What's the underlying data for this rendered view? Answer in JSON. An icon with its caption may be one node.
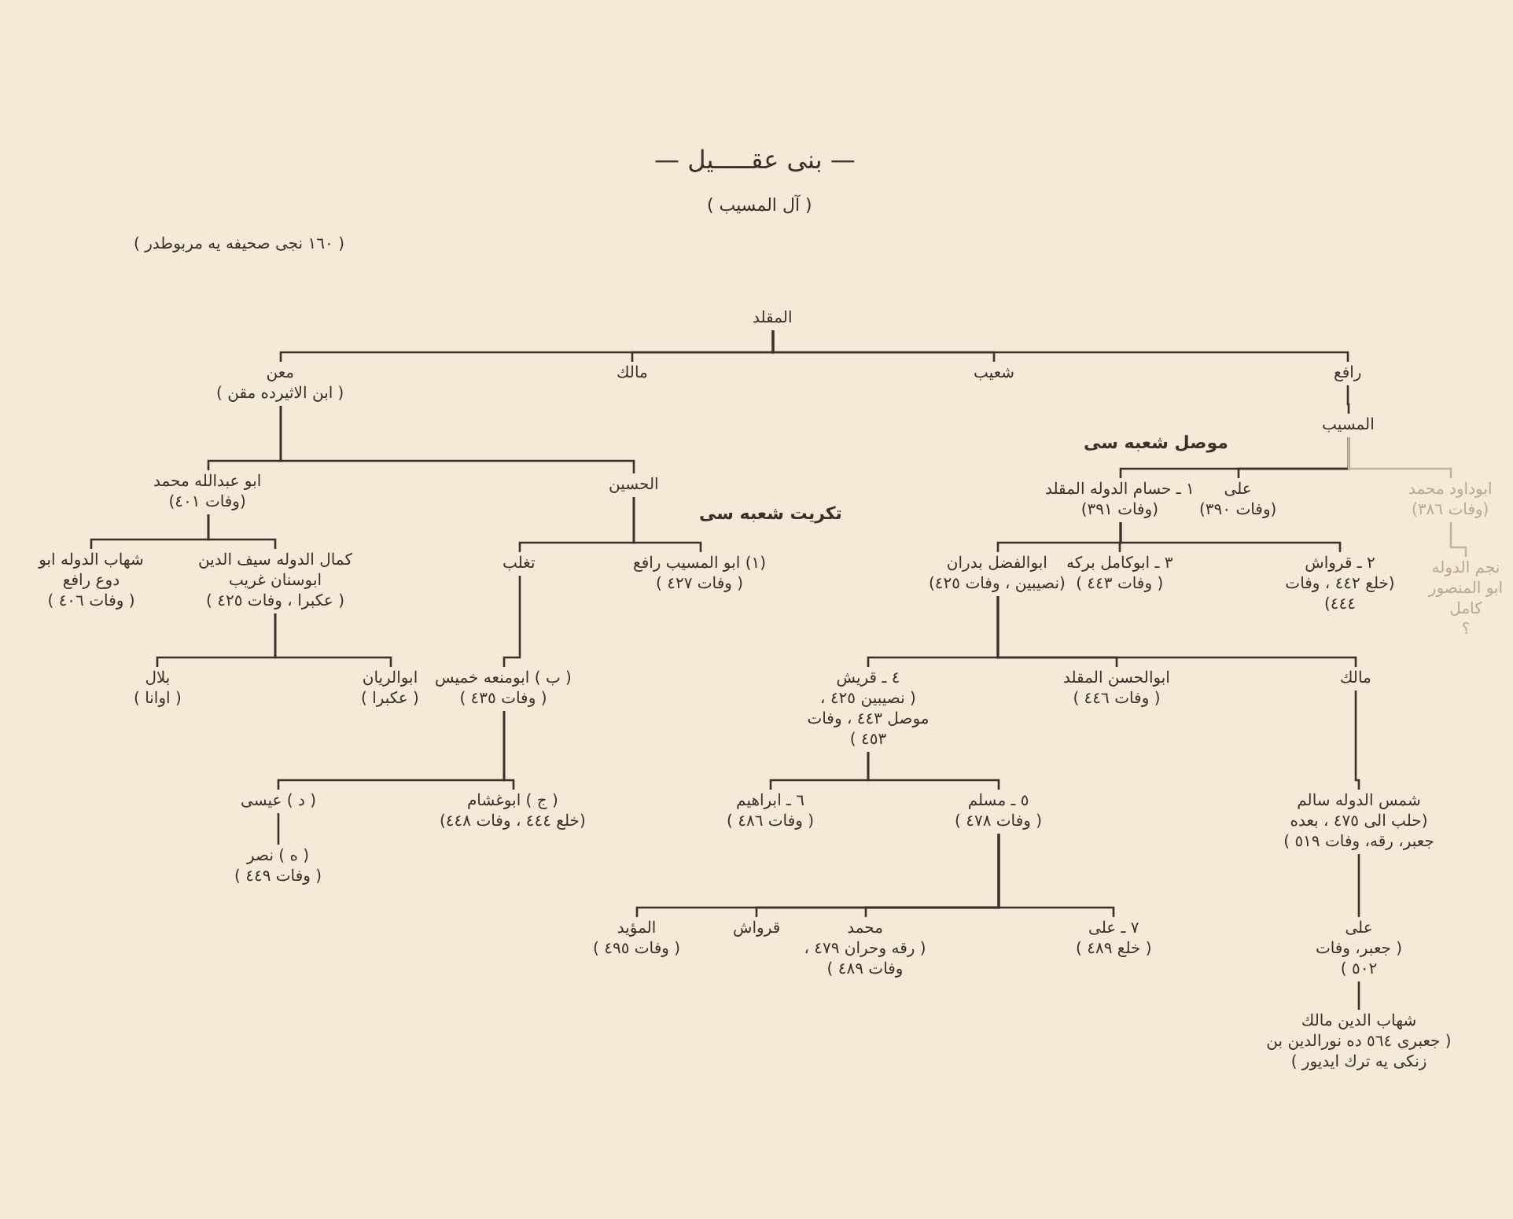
{
  "diagram": {
    "title": "— بنى عقـــــيل —",
    "nodes": [
      {
        "text": [
          "المقلد"
        ]
      },
      {
        "text": [
          "معن",
          "( ابن الاثيرده مقن )"
        ]
      },
      {
        "text": [
          "مالك"
        ]
      },
      {
        "text": [
          "شعيب"
        ]
      },
      {
        "text": [
          "رافع"
        ]
      },
      {
        "text": [
          "المسيب"
        ]
      },
      {
        "text": [
          "ابو عبدالله محمد",
          "(وفات ٤٠١)"
        ]
      },
      {
        "text": [
          "الحسين"
        ]
      },
      {
        "text": [
          "على",
          "(وفات ٣٩٠)"
        ]
      },
      {
        "text": [
          "١ ـ حسام الدوله المقلد",
          "(وفات ٣٩١)"
        ]
      },
      {
        "text": [
          "ابوداود محمد",
          "(وفات ٣٨٦)"
        ]
      },
      {
        "text": [
          "نجم الدوله ابو المنصور كامل",
          "؟"
        ]
      },
      {
        "text": [
          "شهاب الدوله ابو دوع رافع",
          "( وفات ٤٠٦ )"
        ]
      },
      {
        "text": [
          "كمال الدوله سيف الدين ابوسنان غريب",
          "( عكبرا ، وفات ٤٢٥ )"
        ]
      },
      {
        "text": [
          "تغلب"
        ]
      },
      {
        "text": [
          "(١) ابو المسيب رافع",
          "( وفات ٤٢٧ )"
        ]
      },
      {
        "text": [
          "ابوالفضل بدران",
          "(نصيبين ، وفات ٤٢٥)"
        ]
      },
      {
        "text": [
          "٣ ـ ابوكامل بركه",
          "( وفات ٤٤٣ )"
        ]
      },
      {
        "text": [
          "٢ ـ قرواش",
          "(خلع ٤٤٢ ، وفات ٤٤٤)"
        ]
      },
      {
        "text": [
          "بلال",
          "( اوانا )"
        ]
      },
      {
        "text": [
          "ابوالريان",
          "( عكبرا )"
        ]
      },
      {
        "text": [
          "( ب ) ابومنعه خميس",
          "( وفات ٤٣٥ )"
        ]
      },
      {
        "text": [
          "٤ ـ قريش",
          "( نصيبين ٤٢٥ ، موصل ٤٤٣ ، وفات ٤٥٣ )"
        ]
      },
      {
        "text": [
          "ابوالحسن المقلد",
          "( وفات ٤٤٦ )"
        ]
      },
      {
        "text": [
          "مالك"
        ]
      },
      {
        "text": [
          "( د ) عيسى"
        ]
      },
      {
        "text": [
          "( ج ) ابوغشام",
          "(خلع ٤٤٤ ، وفات ٤٤٨)"
        ]
      },
      {
        "text": [
          "٦ ـ ابراهيم",
          "( وفات ٤٨٦ )"
        ]
      },
      {
        "text": [
          "٥ ـ مسلم",
          "( وفات ٤٧٨ )"
        ]
      },
      {
        "text": [
          "شمس الدوله سالم",
          "(حلب الى ٤٧٥ ، بعده جعبر، رقه، وفات ٥١٩ )"
        ]
      },
      {
        "text": [
          "( ه ) نصر",
          "( وفات ٤٤٩ )"
        ]
      },
      {
        "text": [
          "المؤيد",
          "( وفات ٤٩٥ )"
        ]
      },
      {
        "text": [
          "قرواش"
        ]
      },
      {
        "text": [
          "محمد",
          "( رقه وحران ٤٧٩ ، وفات ٤٨٩ )"
        ]
      },
      {
        "text": [
          "٧ ـ على",
          "( خلع ٤٨٩ )"
        ]
      },
      {
        "text": [
          "على",
          "( جعبر، وفات ٥٠٢ )"
        ]
      },
      {
        "text": [
          "شهاب الدين مالك",
          "( جعبرى ٥٦٤ ده نورالدين بن زنكى يه ترك ايديور )"
        ]
      }
    ],
    "edges": [
      {
        "from": 0,
        "to": 1,
        "arrow": "none"
      },
      {
        "from": 0,
        "to": 2,
        "arrow": "none"
      },
      {
        "from": 0,
        "to": 3,
        "arrow": "none"
      },
      {
        "from": 0,
        "to": 4,
        "arrow": "none"
      },
      {
        "from": 4,
        "to": 5,
        "arrow": "none"
      },
      {
        "from": 1,
        "to": 6,
        "arrow": "none"
      },
      {
        "from": 1,
        "to": 7,
        "arrow": "none"
      },
      {
        "from": 5,
        "to": 8,
        "arrow": "none"
      },
      {
        "from": 5,
        "to": 9,
        "arrow": "none"
      },
      {
        "from": 5,
        "to": 10,
        "arrow": "none",
        "color": "#c4b4a4"
      },
      {
        "from": 10,
        "to": 11,
        "arrow": "none",
        "color": "#c4b4a4"
      },
      {
        "from": 6,
        "to": 12,
        "arrow": "none"
      },
      {
        "from": 6,
        "to": 13,
        "arrow": "none"
      },
      {
        "from": 7,
        "to": 14,
        "arrow": "none"
      },
      {
        "from": 7,
        "to": 15,
        "arrow": "none"
      },
      {
        "from": 9,
        "to": 16,
        "arrow": "none"
      },
      {
        "from": 9,
        "to": 17,
        "arrow": "none"
      },
      {
        "from": 9,
        "to": 18,
        "arrow": "none"
      },
      {
        "from": 13,
        "to": 19,
        "arrow": "none"
      },
      {
        "from": 13,
        "to": 20,
        "arrow": "none"
      },
      {
        "from": 14,
        "to": 21,
        "arrow": "none"
      },
      {
        "from": 16,
        "to": 22,
        "arrow": "none"
      },
      {
        "from": 16,
        "to": 23,
        "arrow": "none"
      },
      {
        "from": 16,
        "to": 24,
        "arrow": "none"
      },
      {
        "from": 21,
        "to": 25,
        "arrow": "none"
      },
      {
        "from": 21,
        "to": 26,
        "arrow": "none"
      },
      {
        "from": 22,
        "to": 27,
        "arrow": "none"
      },
      {
        "from": 22,
        "to": 28,
        "arrow": "none"
      },
      {
        "from": 24,
        "to": 29,
        "arrow": "none"
      },
      {
        "from": 25,
        "to": 30,
        "arrow": "none"
      },
      {
        "from": 28,
        "to": 31,
        "arrow": "none"
      },
      {
        "from": 28,
        "to": 32,
        "arrow": "none"
      },
      {
        "from": 28,
        "to": 33,
        "arrow": "none"
      },
      {
        "from": 28,
        "to": 34,
        "arrow": "none"
      },
      {
        "from": 29,
        "to": 35,
        "arrow": "none"
      },
      {
        "from": 35,
        "to": 36,
        "arrow": "none"
      }
    ],
    "labels": [
      "( آل المسيب )",
      "( ١٦٠ نجى صحيفه يه مربوطدر )",
      "موصل شعبه سى",
      "تكريت شعبه سى"
    ]
  }
}
